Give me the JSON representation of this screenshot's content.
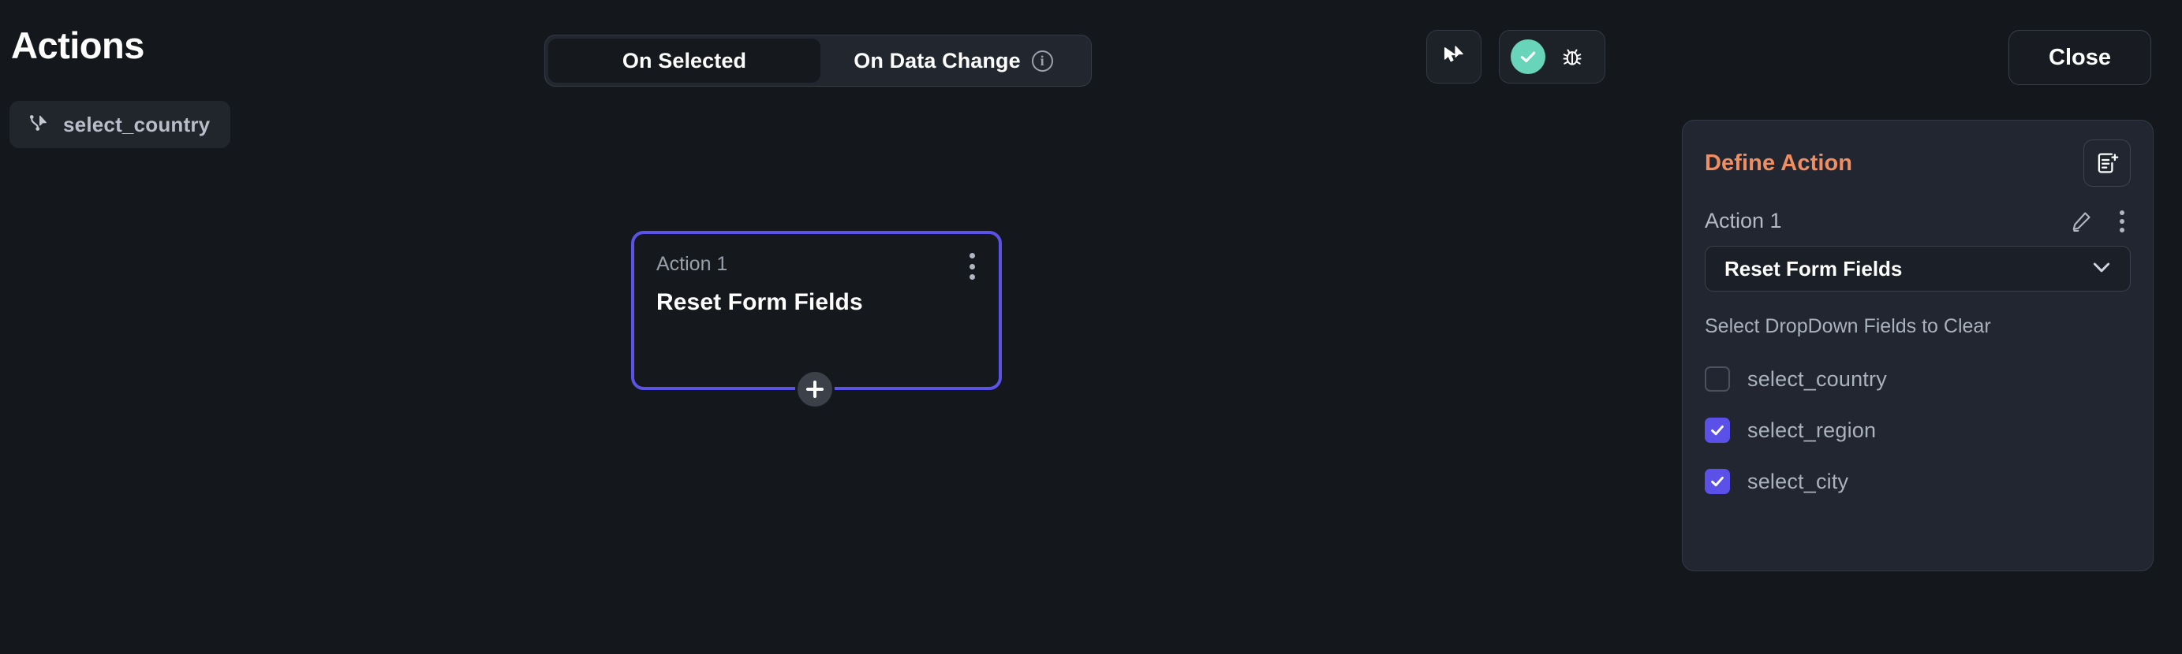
{
  "header": {
    "title": "Actions",
    "source_chip": {
      "label": "select_country",
      "icon": "pointer-node-icon"
    },
    "tabs": [
      {
        "label": "On Selected",
        "active": true,
        "has_info_icon": false
      },
      {
        "label": "On Data Change",
        "active": false,
        "has_info_icon": true,
        "info_icon": "info-icon"
      }
    ],
    "toolbar": {
      "pointer_button": {
        "icon": "pointer-select-icon",
        "label": ""
      },
      "status_check": {
        "icon": "check-circle-icon",
        "color": "#68d4ba"
      },
      "debug_button": {
        "icon": "bug-icon"
      }
    },
    "close_label": "Close"
  },
  "canvas": {
    "action_card": {
      "subtitle": "Action 1",
      "title": "Reset Form Fields",
      "menu_icon": "kebab-menu-icon",
      "add_icon": "plus-icon",
      "border_color": "#5b53e8"
    }
  },
  "panel": {
    "title": "Define Action",
    "title_color": "#ef8e62",
    "add_action_icon": "add-note-icon",
    "action_label": "Action 1",
    "edit_icon": "pencil-icon",
    "menu_icon": "kebab-menu-icon",
    "select": {
      "value": "Reset Form Fields",
      "chevron_icon": "chevron-down-icon"
    },
    "legend": "Select DropDown Fields to Clear",
    "checkboxes": [
      {
        "label": "select_country",
        "checked": false
      },
      {
        "label": "select_region",
        "checked": true
      },
      {
        "label": "select_city",
        "checked": true
      }
    ],
    "accent_color": "#5b50e8"
  }
}
